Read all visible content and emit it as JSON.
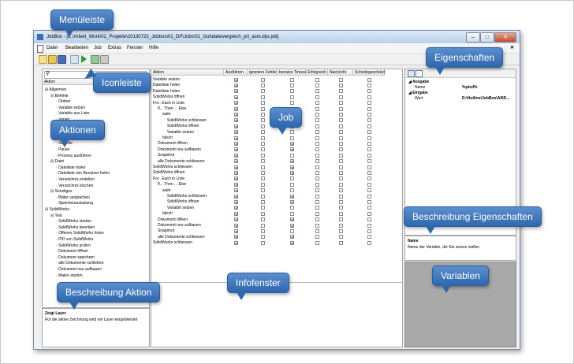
{
  "window": {
    "title": "JobBox - [C:\\Arbeit_Work\\02_Projekte\\20130723_Jobbox\\01_DP\\Jobs\\01_Gut\\dateivergleich_prt_asm.dps.job]",
    "buttons": [
      "–",
      "□",
      "✕"
    ]
  },
  "menu": {
    "items": [
      "Datei",
      "Bearbeiten",
      "Job",
      "Extras",
      "Fenster",
      "Hilfe"
    ]
  },
  "toolbar": {
    "icons": [
      "new-icon",
      "open-icon",
      "save-icon",
      "copy-icon",
      "run-icon",
      "step-icon",
      "stop-icon"
    ]
  },
  "actions_panel": {
    "header": "Aktion",
    "tree": [
      {
        "text": "Allgemein",
        "level": 0
      },
      {
        "text": "Befehle",
        "level": 1
      },
      {
        "text": "Ordner",
        "level": 2
      },
      {
        "text": "Variable setzen",
        "level": 2
      },
      {
        "text": "Variable aus Liste",
        "level": 2
      },
      {
        "text": "Variab...",
        "level": 2
      },
      {
        "text": "If... Th...",
        "level": 2
      },
      {
        "text": "Anwen...",
        "level": 2
      },
      {
        "text": "For... E...",
        "level": 2
      },
      {
        "text": "Schleife",
        "level": 2
      },
      {
        "text": "Pause",
        "level": 2
      },
      {
        "text": "Prozess ausführen",
        "level": 2
      },
      {
        "text": "Datei",
        "level": 1
      },
      {
        "text": "Dateiliste holen",
        "level": 2
      },
      {
        "text": "Dateiliste von Benutzer holen",
        "level": 2
      },
      {
        "text": "Verzeichnis erstellen",
        "level": 2
      },
      {
        "text": "Verzeichnis löschen",
        "level": 2
      },
      {
        "text": "Sonstiges",
        "level": 1
      },
      {
        "text": "Bilder vergleichen",
        "level": 2
      },
      {
        "text": "Speicherauslastung",
        "level": 2
      },
      {
        "text": "SolidWorks",
        "level": 0
      },
      {
        "text": "Test",
        "level": 1
      },
      {
        "text": "SolidWorks starten",
        "level": 2
      },
      {
        "text": "SolidWorks beenden",
        "level": 2
      },
      {
        "text": "Offenes SolidWorks holen",
        "level": 2
      },
      {
        "text": "PID von SolidWorks",
        "level": 2
      },
      {
        "text": "SolidWorks prüfen",
        "level": 2
      },
      {
        "text": "Dokument öffnen",
        "level": 2
      },
      {
        "text": "Dokument speichern",
        "level": 2
      },
      {
        "text": "alle Dokumente schließen",
        "level": 2
      },
      {
        "text": "Dokument neu aufbauen",
        "level": 2
      },
      {
        "text": "Makro starten",
        "level": 2
      }
    ],
    "description_title": "Zeigt Layer",
    "description_text": "Für die aktive Zeichnung wird ein Layer eingeblendet"
  },
  "job_panel": {
    "columns": [
      "Aktion",
      "Ausführen",
      "ignoriere Fehler",
      "benutze Timeout",
      "Erfolgreich",
      "Nachricht",
      "Schreibgeschützt"
    ],
    "rows": [
      {
        "text": "Variable setzen",
        "level": 0,
        "exec": true,
        "timeout": false
      },
      {
        "text": "Dateiliste holen",
        "level": 0,
        "exec": true,
        "timeout": false
      },
      {
        "text": "Dateiliste holen",
        "level": 0,
        "exec": true,
        "timeout": false
      },
      {
        "text": "SolidWorks öffnen",
        "level": 0,
        "exec": true,
        "timeout": false
      },
      {
        "text": "For.. Each in Liste",
        "level": 0,
        "exec": true,
        "timeout": false
      },
      {
        "text": "If... Then ... Else",
        "level": 1,
        "exec": true,
        "timeout": false
      },
      {
        "text": "wahr",
        "level": 2,
        "exec": true,
        "timeout": false
      },
      {
        "text": "SolidWorks schliessen",
        "level": 3,
        "exec": true,
        "timeout": true
      },
      {
        "text": "SolidWorks öffnen",
        "level": 3,
        "exec": true,
        "timeout": true
      },
      {
        "text": "Variable setzen",
        "level": 3,
        "exec": true,
        "timeout": false
      },
      {
        "text": "falsch",
        "level": 2,
        "exec": true,
        "timeout": false
      },
      {
        "text": "Dokument öffnen",
        "level": 1,
        "exec": true,
        "timeout": true
      },
      {
        "text": "Dokument neu aufbauen",
        "level": 1,
        "exec": true,
        "timeout": true
      },
      {
        "text": "Snapshot",
        "level": 1,
        "exec": true,
        "timeout": false
      },
      {
        "text": "alle Dokumente schliessen",
        "level": 1,
        "exec": true,
        "timeout": true
      },
      {
        "text": "SolidWorks schliessen",
        "level": 0,
        "exec": true,
        "timeout": true
      },
      {
        "text": "SolidWorks öffnen",
        "level": 0,
        "exec": true,
        "timeout": true
      },
      {
        "text": "For.. Each in Liste",
        "level": 0,
        "exec": true,
        "timeout": false
      },
      {
        "text": "If... Then ... Else",
        "level": 1,
        "exec": true,
        "timeout": false
      },
      {
        "text": "wahr",
        "level": 2,
        "exec": true,
        "timeout": false
      },
      {
        "text": "SolidWorks schliessen",
        "level": 3,
        "exec": true,
        "timeout": true
      },
      {
        "text": "SolidWorks öffnen",
        "level": 3,
        "exec": true,
        "timeout": true
      },
      {
        "text": "Variable setzen",
        "level": 3,
        "exec": true,
        "timeout": false
      },
      {
        "text": "falsch",
        "level": 2,
        "exec": true,
        "timeout": false
      },
      {
        "text": "Dokument öffnen",
        "level": 1,
        "exec": true,
        "timeout": true
      },
      {
        "text": "Dokument neu aufbauen",
        "level": 1,
        "exec": true,
        "timeout": true
      },
      {
        "text": "Snapshot",
        "level": 1,
        "exec": true,
        "timeout": false
      },
      {
        "text": "alle Dokumente schliessen",
        "level": 1,
        "exec": true,
        "timeout": true
      },
      {
        "text": "SolidWorks schliessen",
        "level": 0,
        "exec": true,
        "timeout": true
      }
    ]
  },
  "properties_panel": {
    "sections": [
      {
        "title": "Ausgabe",
        "key": "Name",
        "value": "%ptxd%"
      },
      {
        "title": "Eingabe",
        "key": "Wert",
        "value": "D:\\Hotline\\JobBox\\All\\D..."
      }
    ],
    "description_title": "Name",
    "description_text": "Name der Variable, die Sie setzen wollen"
  },
  "callouts": {
    "menu": "Menüleiste",
    "icons": "Iconleiste",
    "actions": "Aktionen",
    "job": "Job",
    "properties": "Eigenschaften",
    "prop_desc": "Beschreibung Eigenschaften",
    "action_desc": "Beschreibung Aktion",
    "info": "Infofenster",
    "variables": "Variablen"
  }
}
